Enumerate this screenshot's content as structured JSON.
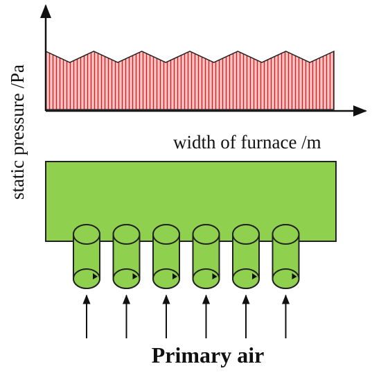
{
  "labels": {
    "y_axis": "static pressure /Pa",
    "x_axis": "width of furnace /m",
    "caption": "Primary air"
  },
  "diagram": {
    "nozzle_count": 6,
    "pressure_profile_peaks": 6,
    "colors": {
      "pressure_fill": "#f2b3b3",
      "pressure_hatch": "#d02020",
      "pressure_outline": "#222222",
      "box_fill": "#8fd14f",
      "box_outline": "#222222",
      "axis": "#111111",
      "arrow": "#111111"
    }
  }
}
